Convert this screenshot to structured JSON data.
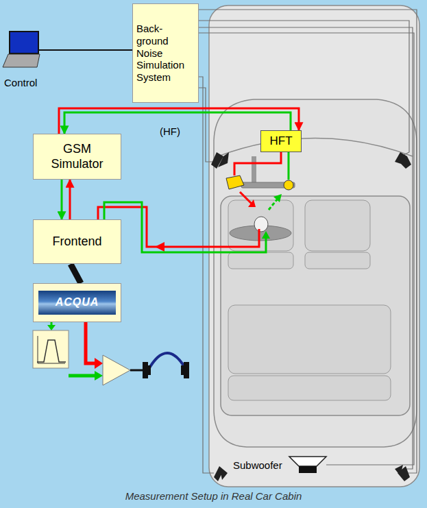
{
  "diagram": {
    "caption": "Measurement Setup in Real Car Cabin",
    "nodes": [
      {
        "text": [
          "Back- ground Noise Simulation System"
        ]
      },
      {
        "text": [
          "GSM Simulator"
        ]
      },
      {
        "text": [
          "Frontend"
        ]
      },
      {
        "text": [
          "ACQUA"
        ]
      },
      {
        "text": [
          "HFT"
        ]
      }
    ],
    "edges": [
      {
        "from": 1,
        "to": 4,
        "arrow": "to"
      },
      {
        "from": 4,
        "to": 1,
        "arrow": "to"
      },
      {
        "from": 1,
        "to": 2,
        "arrow": "to"
      },
      {
        "from": 2,
        "to": 1,
        "arrow": "to"
      },
      {
        "from": 2,
        "to": 3,
        "arrow": "none"
      }
    ],
    "labels": [
      "Control",
      "(HF)",
      "Subwoofer"
    ]
  }
}
